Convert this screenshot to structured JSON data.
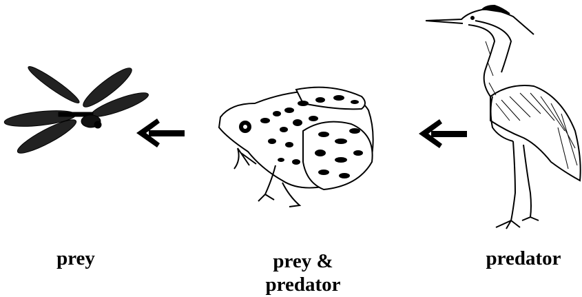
{
  "labels": {
    "prey": "prey",
    "prey_predator": "prey &\npredator",
    "predator": "predator"
  },
  "icons": {
    "left_organism": "dragonfly-icon",
    "middle_organism": "frog-icon",
    "right_organism": "heron-icon",
    "arrows": "arrow-left-icon"
  },
  "colors": {
    "ink": "#000000",
    "background": "#ffffff"
  }
}
